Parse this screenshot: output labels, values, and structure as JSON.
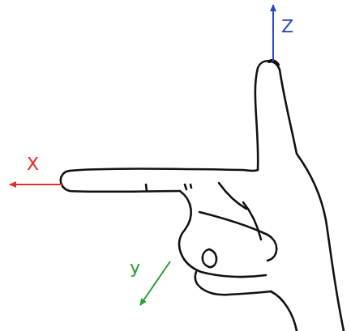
{
  "diagram": {
    "labels": [
      "X",
      "y",
      "Z"
    ]
  }
}
